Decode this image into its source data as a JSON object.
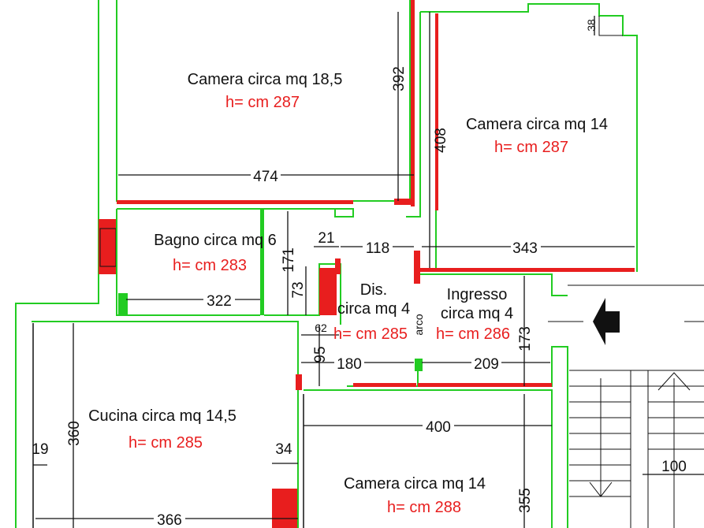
{
  "rooms": [
    {
      "name": "Camera circa mq 18,5",
      "height": "h= cm 287"
    },
    {
      "name": "Camera circa mq 14",
      "height": "h= cm 287"
    },
    {
      "name": "Bagno circa mq 6",
      "height": "h= cm 283"
    },
    {
      "name": "Dis.",
      "name2": "circa mq 4",
      "height": "h= cm 285"
    },
    {
      "name": "Ingresso",
      "name2": "circa mq 4",
      "height": "h= cm 286"
    },
    {
      "name": "Cucina circa mq 14,5",
      "height": "h= cm 285"
    },
    {
      "name": "Camera circa mq 14",
      "height": "h= cm 288"
    }
  ],
  "dimensions": {
    "d474": "474",
    "d392": "392",
    "d408": "408",
    "d38": "38",
    "d343": "343",
    "d118": "118",
    "d21": "21",
    "d171": "171",
    "d73": "73",
    "d322": "322",
    "d62": "62",
    "d95": "95",
    "d180": "180",
    "d209": "209",
    "d173": "173",
    "d400": "400",
    "d360": "360",
    "d19": "19",
    "d34": "34",
    "d366": "366",
    "d355": "355",
    "d100": "100"
  },
  "labels": {
    "arco": "arco"
  },
  "colors": {
    "wall_green": "#22cc22",
    "wall_red": "#e81e1e",
    "height_text": "#e81e1e"
  }
}
